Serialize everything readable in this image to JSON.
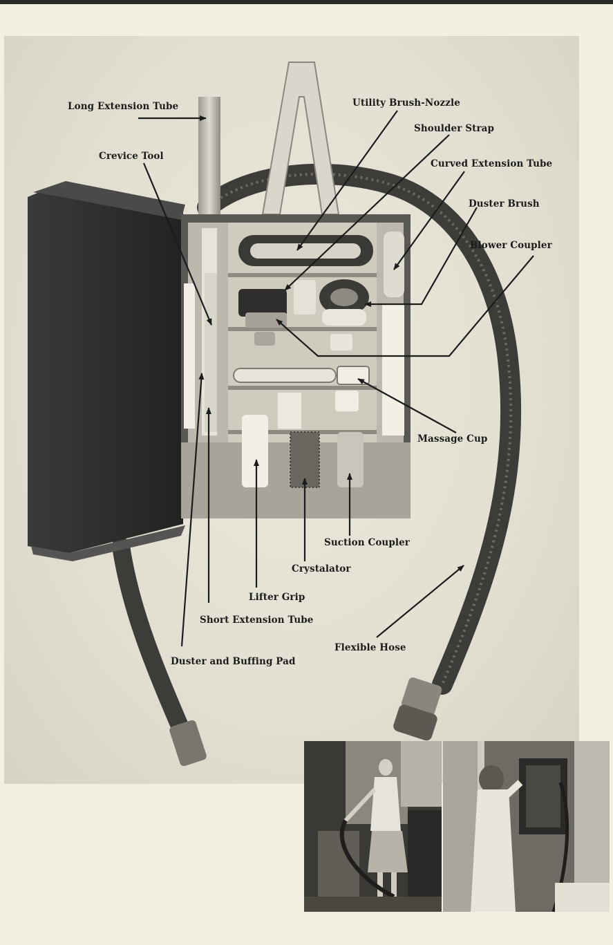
{
  "figure": {
    "labels": {
      "long_extension_tube": "Long Extension Tube",
      "crevice_tool": "Crevice Tool",
      "utility_brush_nozzle": "Utility Brush-Nozzle",
      "shoulder_strap": "Shoulder Strap",
      "curved_extension_tube": "Curved Extension Tube",
      "duster_brush": "Duster Brush",
      "blower_coupler": "Blower Coupler",
      "massage_cup": "Massage Cup",
      "suction_coupler": "Suction Coupler",
      "crystalator": "Crystalator",
      "lifter_grip": "Lifter Grip",
      "short_extension_tube": "Short Extension Tube",
      "duster_and_buffing_pad": "Duster and Buffing Pad",
      "flexible_hose": "Flexible Hose"
    }
  },
  "colors": {
    "paper": "#f3efe3",
    "plate_background": "#e2dfd2",
    "case_dark": "#2c2c2b",
    "case_interior": "#cfcbbf",
    "hose": "#4a4845",
    "ink": "#1b1b1b"
  }
}
